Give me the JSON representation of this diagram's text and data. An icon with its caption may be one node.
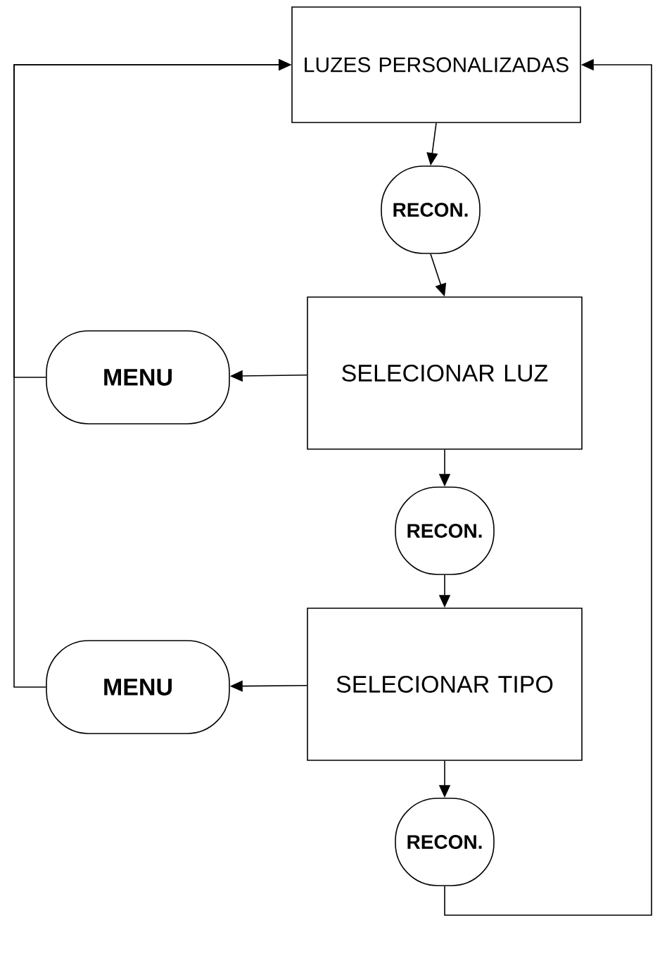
{
  "diagram": {
    "nodes": [
      {
        "text": [
          "LUZES PERSONALIZADAS"
        ]
      },
      {
        "text": [
          "RECON."
        ]
      },
      {
        "text": [
          "SELECIONAR LUZ"
        ]
      },
      {
        "text": [
          "MENU"
        ]
      },
      {
        "text": [
          "RECON."
        ]
      },
      {
        "text": [
          "SELECIONAR TIPO"
        ]
      },
      {
        "text": [
          "MENU"
        ]
      },
      {
        "text": [
          "RECON."
        ]
      }
    ],
    "edges": [
      {
        "from": 0,
        "to": 1,
        "arrow": "to"
      },
      {
        "from": 1,
        "to": 2,
        "arrow": "to"
      },
      {
        "from": 2,
        "to": 3,
        "arrow": "to"
      },
      {
        "from": 3,
        "to": 0,
        "arrow": "to"
      },
      {
        "from": 2,
        "to": 4,
        "arrow": "to"
      },
      {
        "from": 4,
        "to": 5,
        "arrow": "to"
      },
      {
        "from": 5,
        "to": 6,
        "arrow": "to"
      },
      {
        "from": 6,
        "to": 0,
        "arrow": "to"
      },
      {
        "from": 5,
        "to": 7,
        "arrow": "to"
      },
      {
        "from": 7,
        "to": 0,
        "arrow": "to"
      }
    ]
  }
}
